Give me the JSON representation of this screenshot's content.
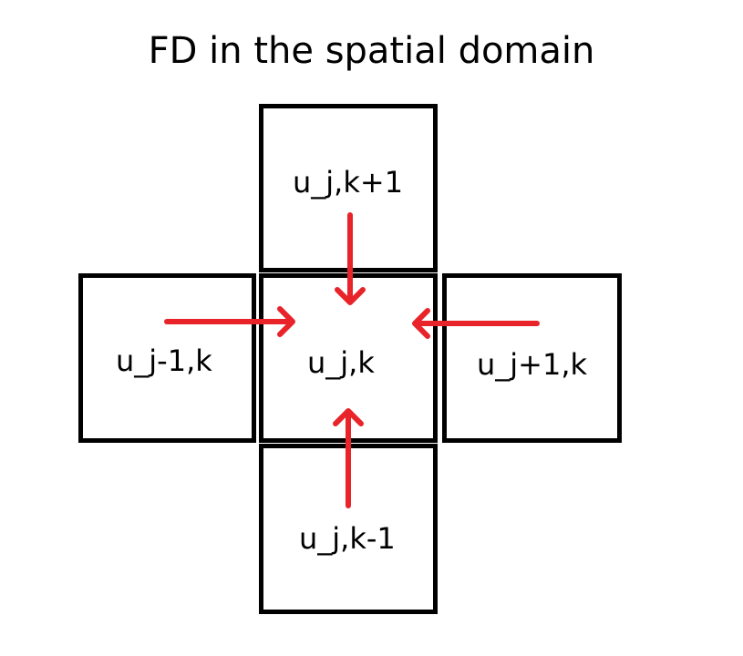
{
  "title": "FD in the spatial domain",
  "colors": {
    "border": "#000000",
    "arrow": "#e8232a",
    "background": "#ffffff"
  },
  "cells": {
    "top": {
      "label": "u_j,k+1"
    },
    "left": {
      "label": "u_j-1,k"
    },
    "center": {
      "label": "u_j,k"
    },
    "right": {
      "label": "u_j+1,k"
    },
    "bottom": {
      "label": "u_j,k-1"
    }
  },
  "arrows": [
    {
      "from": "top",
      "to": "center"
    },
    {
      "from": "left",
      "to": "center"
    },
    {
      "from": "right",
      "to": "center"
    },
    {
      "from": "bottom",
      "to": "center"
    }
  ]
}
